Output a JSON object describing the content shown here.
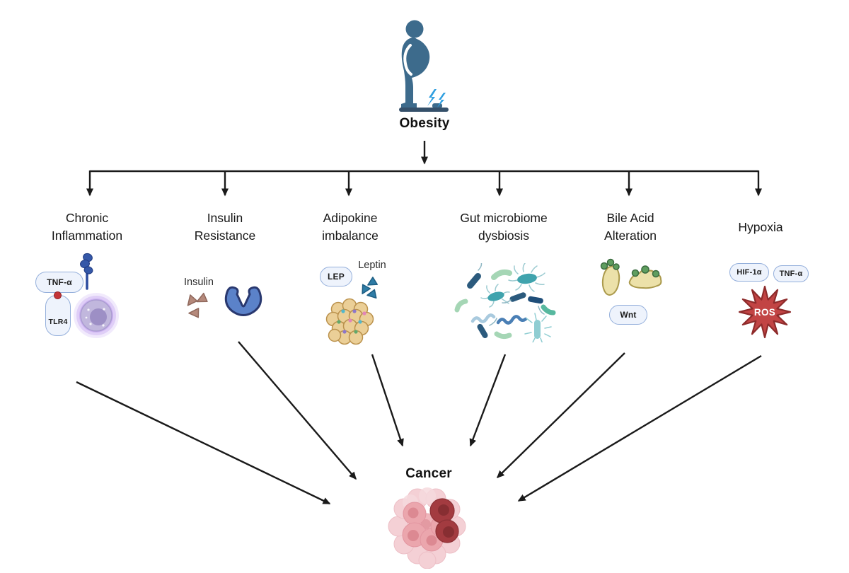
{
  "diagram": {
    "title_node": "Obesity",
    "target_node": "Cancer",
    "relationship": "obesity-driven mechanisms converging on cancer"
  },
  "mechanisms": [
    {
      "label": "Chronic\nInflammation",
      "tags": {
        "tnfa": "TNF-α",
        "tlr4": "TLR4"
      }
    },
    {
      "label": "Insulin\nResistance",
      "molecule": "Insulin"
    },
    {
      "label": "Adipokine\nimbalance",
      "tags": {
        "lep": "LEP"
      },
      "molecule": "Leptin"
    },
    {
      "label": "Gut microbiome\ndysbiosis"
    },
    {
      "label": "Bile Acid\nAlteration",
      "tags": {
        "wnt": "Wnt"
      }
    },
    {
      "label": "Hypoxia",
      "tags": {
        "hif1a": "HIF-1α",
        "tnfa": "TNF-α"
      },
      "burst": "ROS"
    }
  ],
  "icons": {
    "obesity-figure-icon": "obese person standing on weighing scale with blue stress bolts",
    "receptor-protein-icon": "blue beaded membrane protein",
    "tlr4-receptor-pill": "TLR4 receptor capsule with red ligand dot",
    "macrophage-cell-icon": "purple glowing immune cell",
    "insulin-molecules-icon": "three brown triangular insulin molecules",
    "insulin-receptor-icon": "blue cup-shaped receptor",
    "leptin-molecules-icon": "three teal triangular leptin molecules",
    "adipocyte-cluster-icon": "cluster of tan fat cells",
    "bacteria-icon": "assorted teal/blue/green gut bacteria and spirochetes",
    "bile-acid-micelle-icon": "yellow micelle blobs with green heads",
    "ros-burst-icon": "red starburst labeled ROS",
    "cancer-cells-icon": "pink and dark red tumor cell cluster"
  },
  "colors": {
    "figure_blue": "#3d6b8c",
    "bolt_blue": "#2f9fe0",
    "arrow_black": "#1a1a1a",
    "pill_bg": "#eef3fc",
    "pill_border": "#94afdb",
    "ros_red": "#c24444",
    "cancer_pink": "#eba6ad",
    "cancer_dark_red": "#a33b40",
    "adipocyte_tan": "#ebcf97",
    "macrophage_purple": "#c1b7dd",
    "receptor_blue": "#5b82c9",
    "bacteria_teal": "#3fa3ad",
    "insulin_brown": "#b5897b",
    "leptin_blue": "#2e7ca6",
    "bile_yellow": "#ece1a9"
  }
}
